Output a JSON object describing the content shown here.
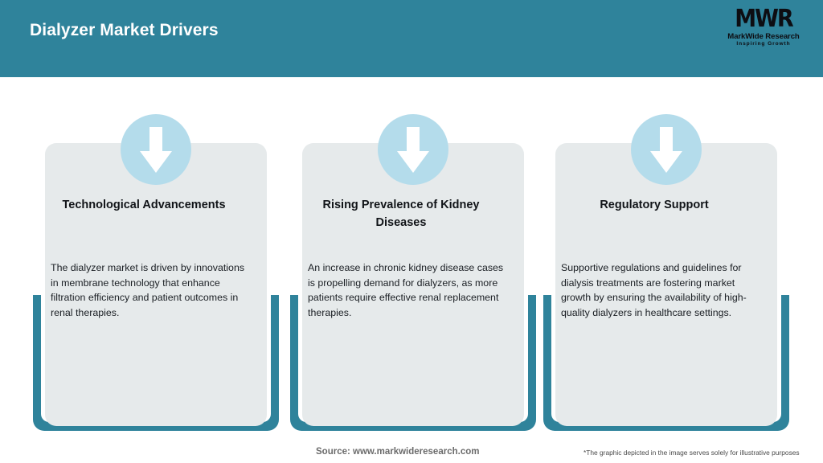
{
  "header": {
    "title": "Dialyzer Market Drivers",
    "background_color": "#2f839b",
    "title_color": "#ffffff"
  },
  "logo": {
    "mark": "MWR",
    "name": "MarkWide Research",
    "tagline": "Inspiring Growth",
    "icon_name": "markwide-research-logo"
  },
  "theme": {
    "teal": "#2f839b",
    "card_gray": "#e6eaeb",
    "icon_circle_blue": "#b4dceb",
    "arrow_white": "#ffffff",
    "page_background": "#ffffff"
  },
  "cards": [
    {
      "icon": "down-arrow-icon",
      "title": "Technological Advancements",
      "body": "The dialyzer market is driven by innovations in membrane technology that enhance filtration efficiency and patient outcomes in renal therapies."
    },
    {
      "icon": "down-arrow-icon",
      "title": "Rising Prevalence of Kidney Diseases",
      "body": "An increase in chronic kidney disease cases is propelling demand for dialyzers, as more patients require effective renal replacement therapies."
    },
    {
      "icon": "down-arrow-icon",
      "title": "Regulatory Support",
      "body": "Supportive regulations and guidelines for dialysis treatments are fostering market growth by ensuring the availability of high-quality dialyzers in healthcare settings."
    }
  ],
  "footer": {
    "source": "Source: www.markwideresearch.com",
    "disclaimer": "*The graphic depicted in the image serves solely for illustrative purposes"
  }
}
